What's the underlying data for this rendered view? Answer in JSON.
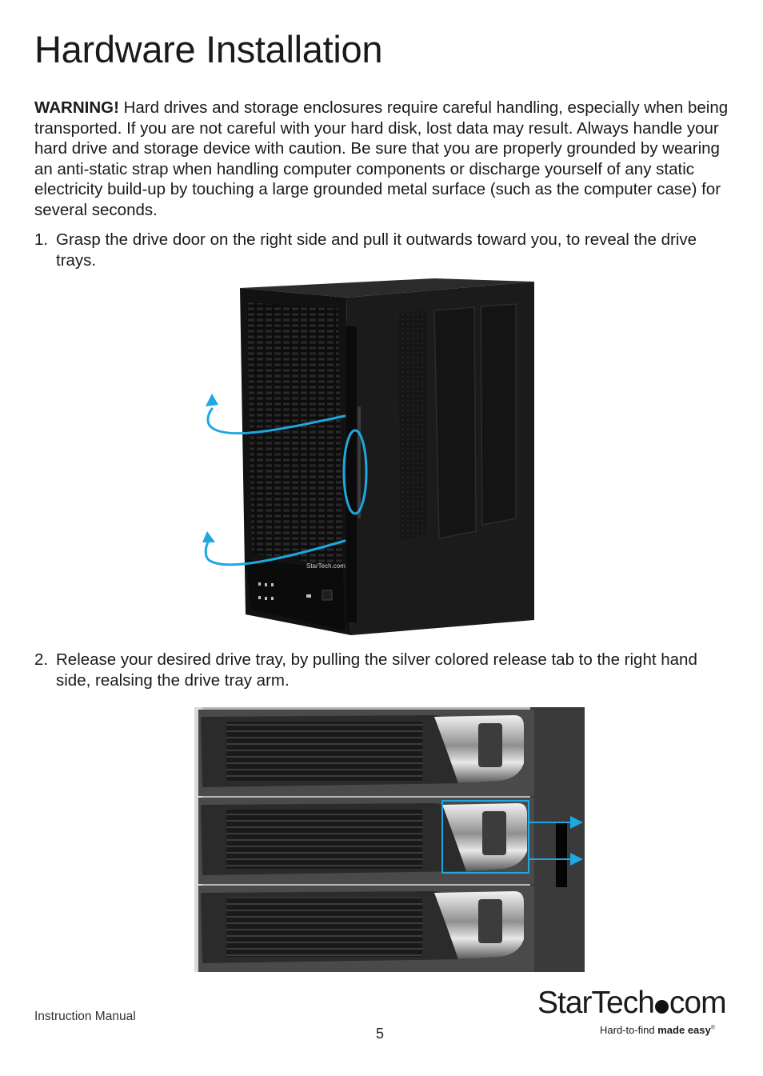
{
  "page": {
    "title": "Hardware Installation",
    "warning_label": "WARNING!",
    "warning_text": " Hard drives and storage enclosures require careful handling, especially when being transported. If you are not careful with your hard disk, lost data may result. Always handle your hard drive and storage device with caution. Be sure that you are properly grounded by wearing an anti-static strap when handling computer components or discharge yourself of any static electricity build-up by touching a large grounded metal surface (such as the computer case) for several seconds.",
    "steps": [
      {
        "number": "1.",
        "text": "Grasp the drive door on the right side  and pull it outwards toward you, to reveal the drive trays."
      },
      {
        "number": "2.",
        "text": "Release your desired drive tray, by pulling the silver colored release tab to the right hand side, realsing the drive tray arm."
      }
    ]
  },
  "figures": {
    "enclosure_logo_text": "StarTech.com",
    "accent_color": "#1ea7e1"
  },
  "footer": {
    "manual_label": "Instruction Manual",
    "page_number": "5",
    "logo_name_a": "StarTech",
    "logo_name_b": "com",
    "logo_tagline_a": "Hard-to-find ",
    "logo_tagline_b": "made easy",
    "logo_reg": "®"
  }
}
